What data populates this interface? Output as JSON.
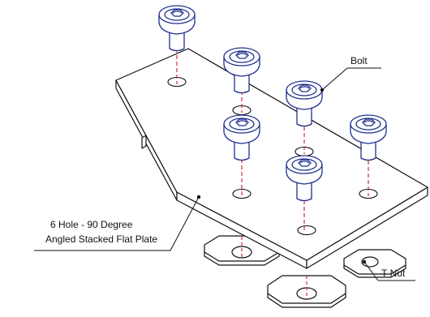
{
  "diagram": {
    "labels": {
      "bolt": "Bolt",
      "plate_line1": "6 Hole - 90 Degree",
      "plate_line2": "Angled Stacked Flat Plate",
      "tnut": "T-Nut"
    },
    "colors": {
      "bolt_stroke": "#1f2f8f",
      "axis_line": "#d0303a",
      "plate_stroke": "#111111",
      "leader_line": "#111111"
    }
  }
}
